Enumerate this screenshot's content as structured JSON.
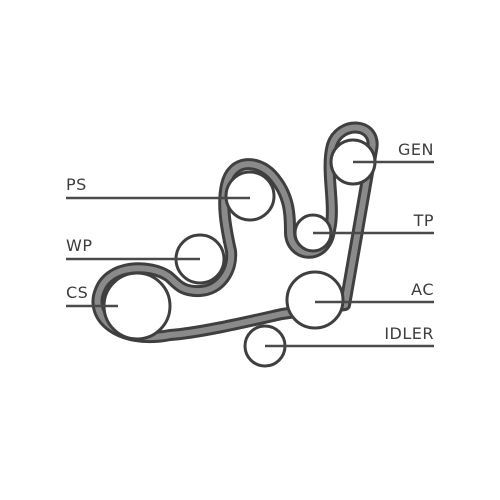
{
  "labels": {
    "ps": "PS",
    "wp": "WP",
    "cs": "CS",
    "gen": "GEN",
    "tp": "TP",
    "ac": "AC",
    "idler": "IDLER"
  },
  "colors": {
    "belt": "#3f3f3f",
    "belt_ribs": "#8a8a8a",
    "leader_line": "#4a4a4a",
    "label_text": "#3d3d3d"
  }
}
